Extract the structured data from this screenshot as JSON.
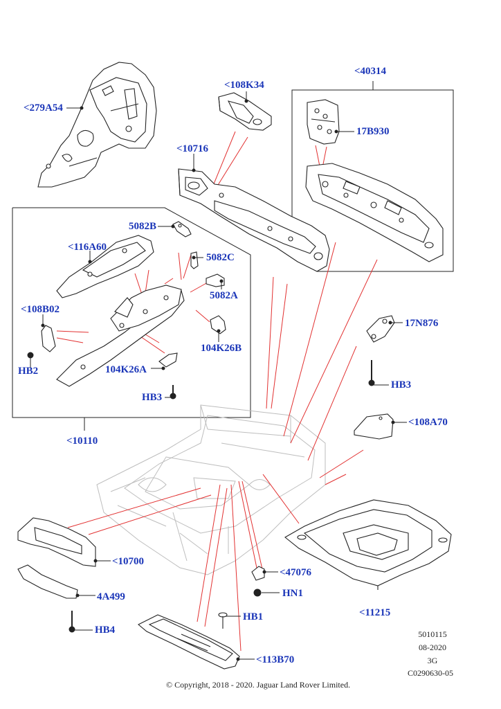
{
  "callouts": {
    "c279A54": "<279A54",
    "c108K34": "<108K34",
    "c40314": "<40314",
    "c10716": "<10716",
    "c17B930": "17B930",
    "c5082B": "5082B",
    "c116A60": "<116A60",
    "c5082C": "5082C",
    "c5082A": "5082A",
    "c108B02": "<108B02",
    "c104K26B": "104K26B",
    "cHB2": "HB2",
    "c104K26A": "104K26A",
    "cHB3a": "HB3",
    "c10110": "<10110",
    "c17N876": "17N876",
    "cHB3b": "HB3",
    "c108A70": "<108A70",
    "c10700": "<10700",
    "c47076": "<47076",
    "cHN1": "HN1",
    "c4A499": "4A499",
    "c11215": "<11215",
    "cHB1": "HB1",
    "cHB4": "HB4",
    "c113B70": "<113B70"
  },
  "meta": {
    "doc_number": "5010115",
    "date": "08-2020",
    "revision": "3G",
    "illustration_id": "C0290630-05",
    "copyright": "© Copyright, 2018 - 2020. Jaguar Land Rover Limited."
  },
  "colors": {
    "label": "#1a35b8",
    "leader": "#e23030",
    "line": "#222222",
    "part_fill": "#ffffff",
    "ghost": "#bdbdbd"
  }
}
